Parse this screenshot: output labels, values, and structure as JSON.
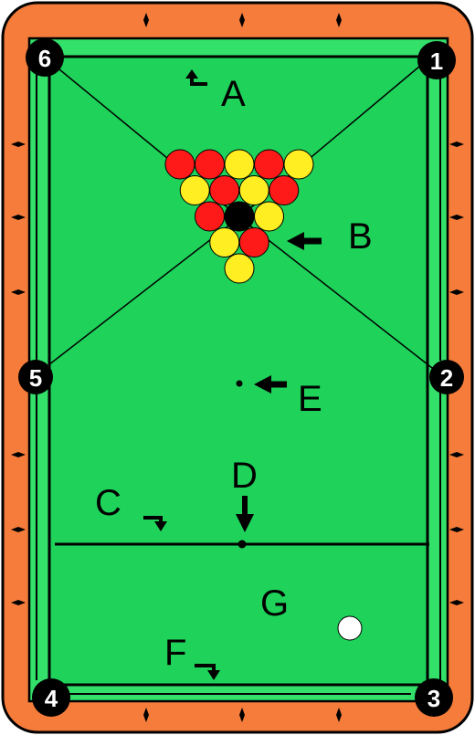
{
  "pockets": [
    {
      "id": "pocket-1",
      "label": "1"
    },
    {
      "id": "pocket-2",
      "label": "2"
    },
    {
      "id": "pocket-3",
      "label": "3"
    },
    {
      "id": "pocket-4",
      "label": "4"
    },
    {
      "id": "pocket-5",
      "label": "5"
    },
    {
      "id": "pocket-6",
      "label": "6"
    }
  ],
  "labels": {
    "A": "A",
    "B": "B",
    "C": "C",
    "D": "D",
    "E": "E",
    "F": "F",
    "G": "G"
  },
  "colors": {
    "rail": "#f57c3a",
    "cloth": "#1ed25a",
    "cushion": "#33e06a",
    "red_ball": "#ff1a1a",
    "yellow_ball": "#ffee22",
    "black_ball": "#000000",
    "cue_ball": "#ffffff",
    "pocket": "#000000"
  },
  "rack": {
    "rows": [
      [
        "red",
        "red",
        "yellow",
        "red",
        "yellow"
      ],
      [
        "yellow",
        "red",
        "yellow",
        "red"
      ],
      [
        "red",
        "black",
        "yellow"
      ],
      [
        "yellow",
        "red"
      ],
      [
        "yellow"
      ]
    ]
  }
}
